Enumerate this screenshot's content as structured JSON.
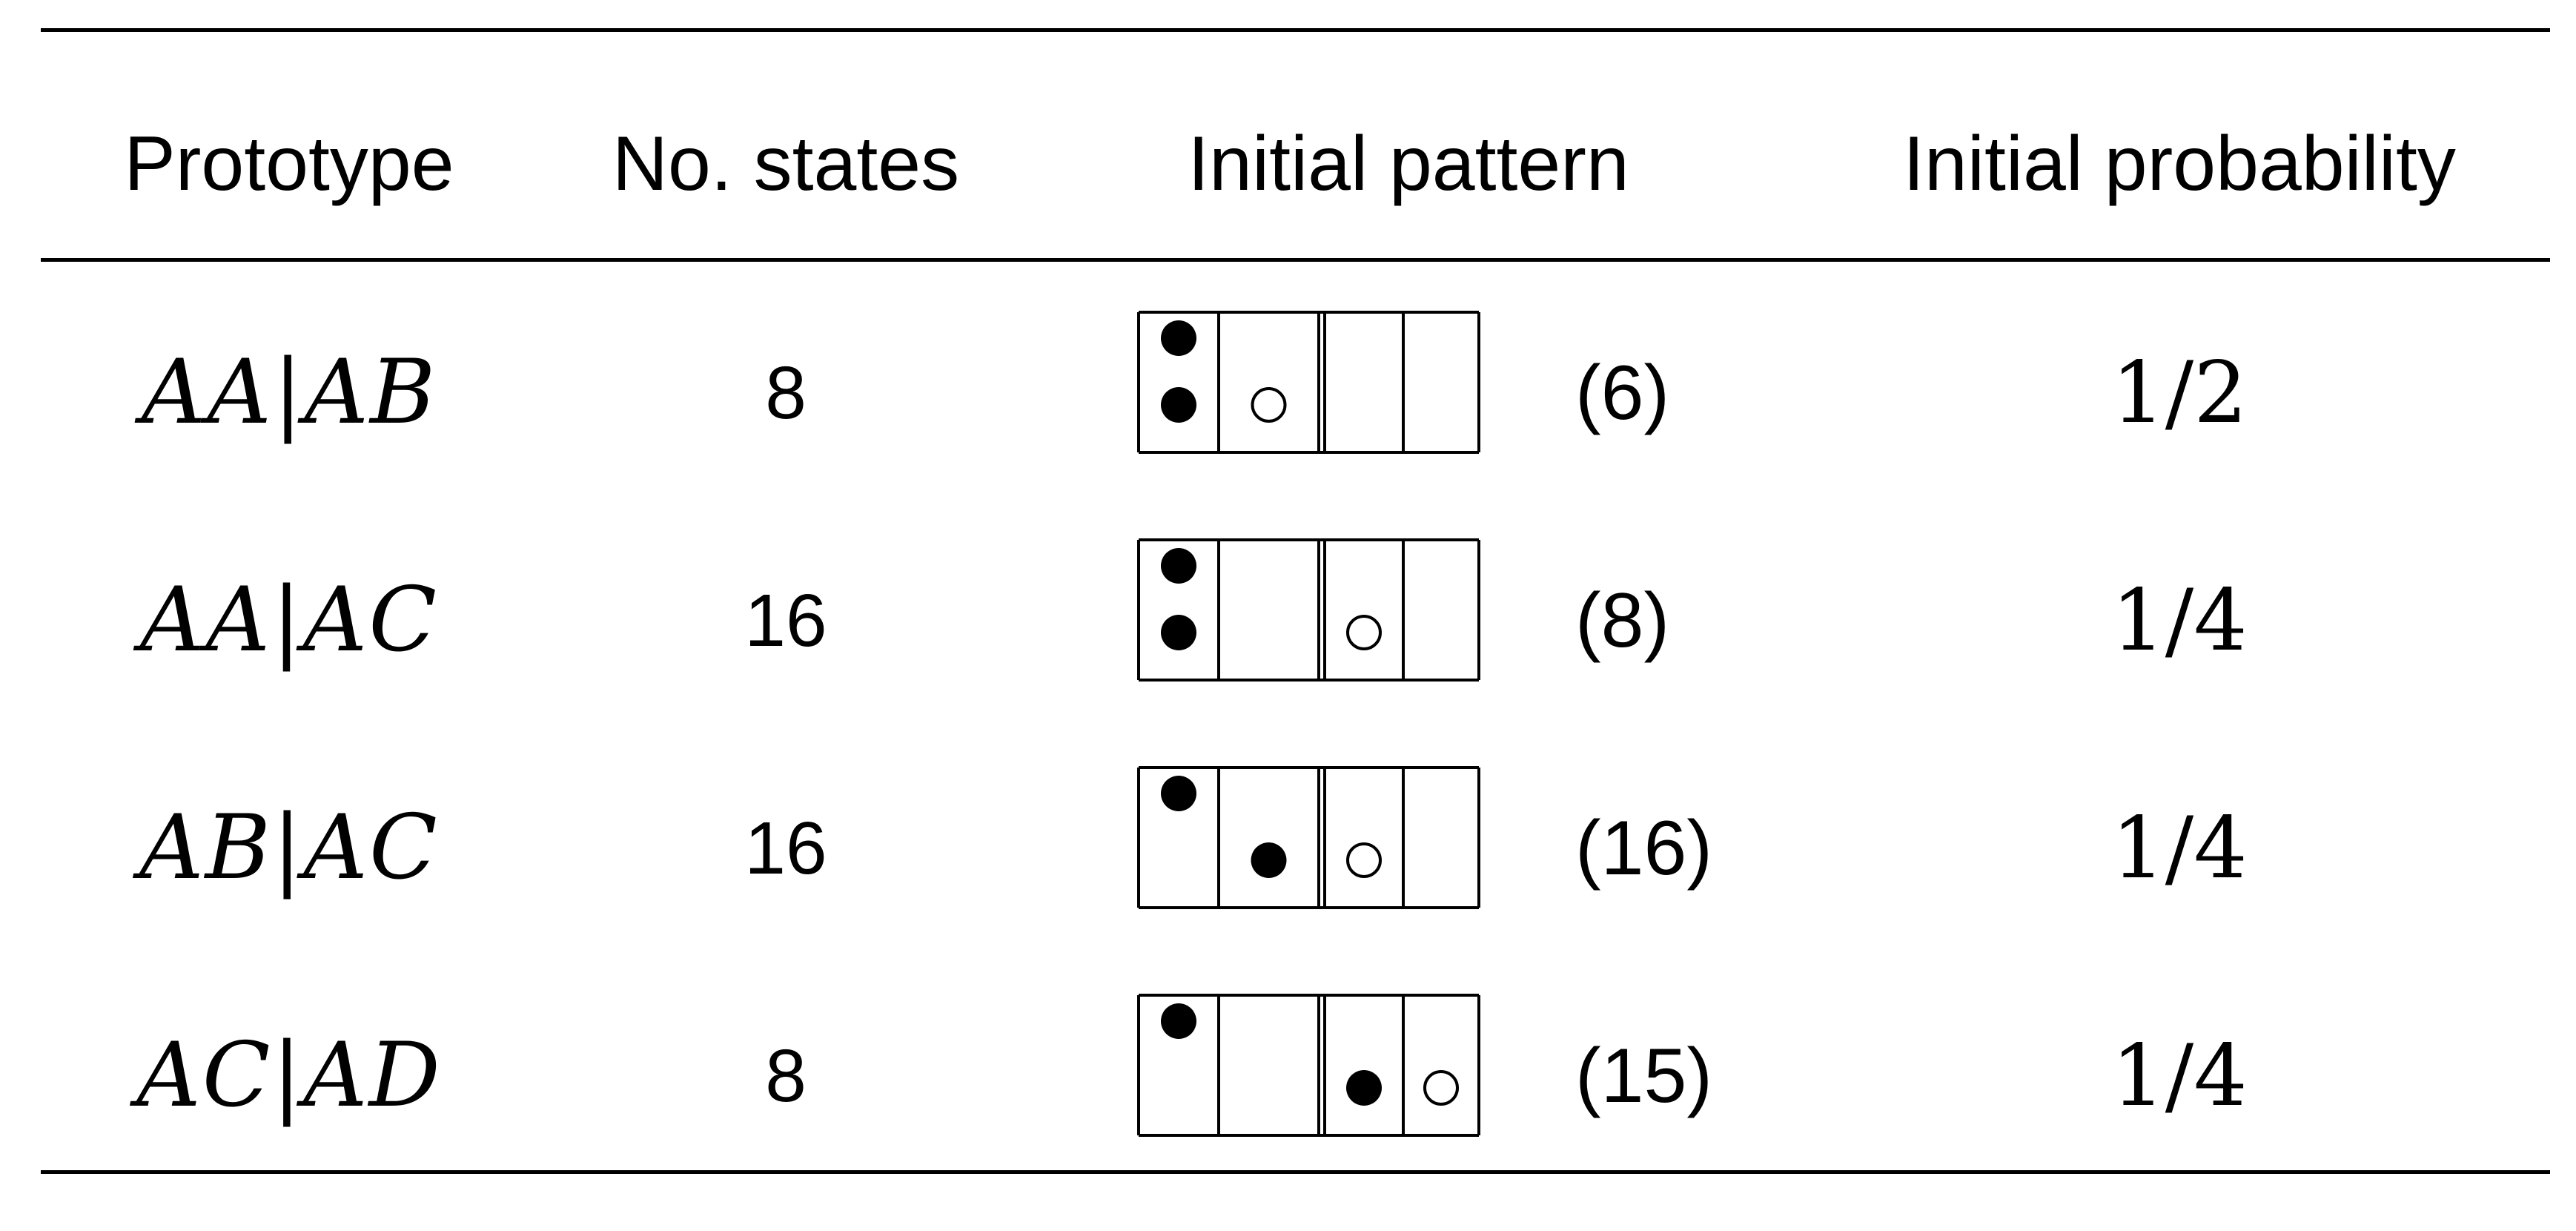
{
  "table": {
    "headers": {
      "prototype": "Prototype",
      "states": "No. states",
      "pattern": "Initial pattern",
      "probability": "Initial probability"
    },
    "rows": [
      {
        "prototype": "AA|AB",
        "states": "8",
        "pattern_number": "(6)",
        "probability": "1/2",
        "pattern": {
          "boxes": [
            [
              {
                "fill": "filled"
              },
              {
                "fill": "filled"
              }
            ],
            [
              {
                "fill": "open"
              }
            ],
            [],
            []
          ]
        }
      },
      {
        "prototype": "AA|AC",
        "states": "16",
        "pattern_number": "(8)",
        "probability": "1/4",
        "pattern": {
          "boxes": [
            [
              {
                "fill": "filled"
              },
              {
                "fill": "filled"
              }
            ],
            [],
            [
              {
                "fill": "open"
              }
            ],
            []
          ]
        }
      },
      {
        "prototype": "AB|AC",
        "states": "16",
        "pattern_number": "(16)",
        "probability": "1/4",
        "pattern": {
          "boxes": [
            [
              {
                "fill": "filled"
              }
            ],
            [
              {
                "fill": "filled"
              }
            ],
            [
              {
                "fill": "open"
              }
            ],
            []
          ]
        }
      },
      {
        "prototype": "AC|AD",
        "states": "8",
        "pattern_number": "(15)",
        "probability": "1/4",
        "pattern": {
          "boxes": [
            [
              {
                "fill": "filled"
              }
            ],
            [],
            [
              {
                "fill": "filled"
              }
            ],
            [
              {
                "fill": "open"
              }
            ]
          ]
        }
      }
    ]
  }
}
